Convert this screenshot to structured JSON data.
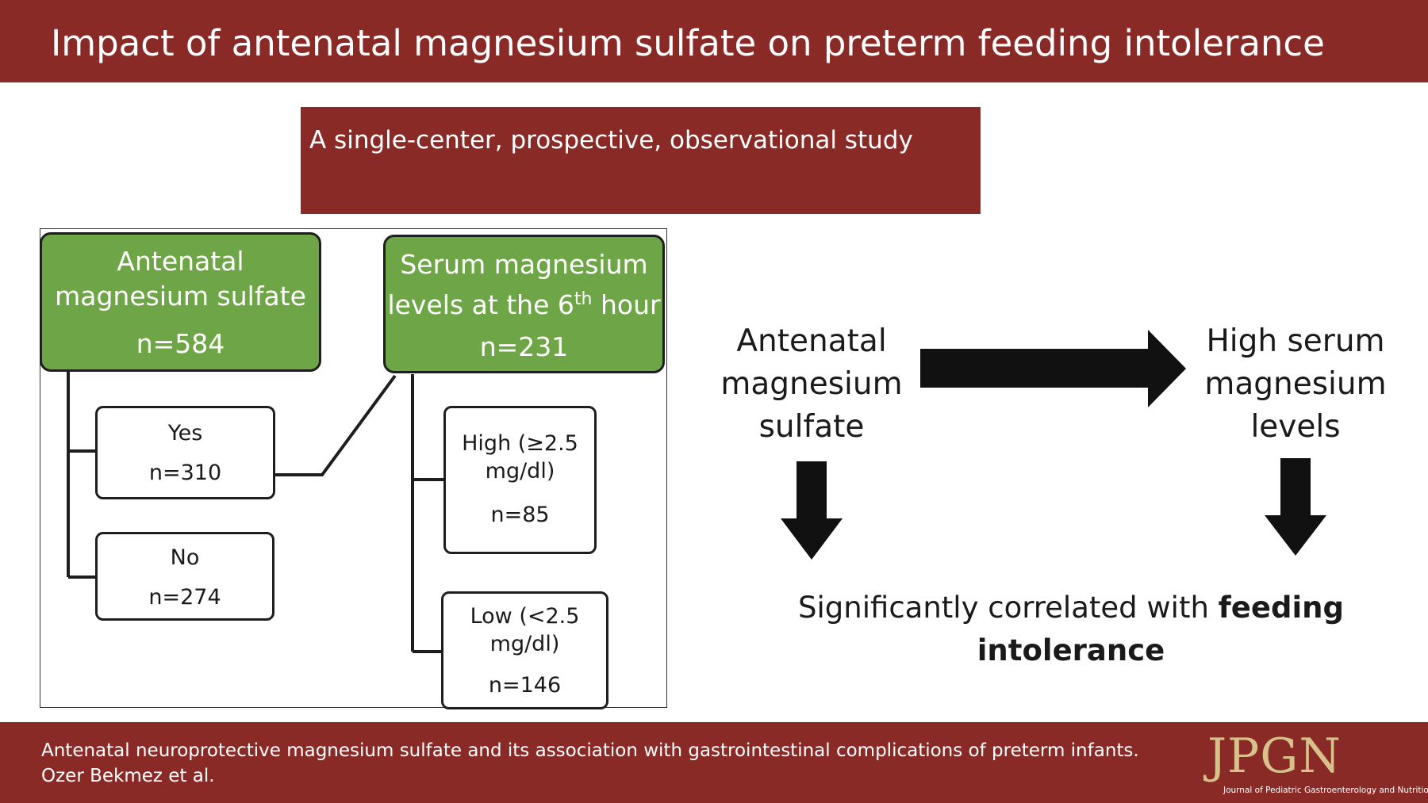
{
  "header": {
    "title": "Impact of antenatal magnesium sulfate on preterm feeding intolerance"
  },
  "study": {
    "text": "A single-center, prospective, observational study"
  },
  "flowchart": {
    "antenatal": {
      "line1": "Antenatal",
      "line2": "magnesium sulfate",
      "n": "n=584"
    },
    "yes": {
      "label": "Yes",
      "n": "n=310"
    },
    "no": {
      "label": "No",
      "n": "n=274"
    },
    "serum": {
      "line1": "Serum magnesium",
      "line2_prefix": "levels at the 6",
      "line2_sup": "th",
      "line2_suffix": " hour",
      "n": "n=231"
    },
    "high": {
      "line1": "High (≥2.5",
      "line2": "mg/dl)",
      "n": "n=85"
    },
    "low": {
      "line1": "Low (<2.5",
      "line2": "mg/dl)",
      "n": "n=146"
    }
  },
  "summary": {
    "left": {
      "line1": "Antenatal",
      "line2": "magnesium",
      "line3": "sulfate"
    },
    "right": {
      "line1": "High serum",
      "line2": "magnesium",
      "line3": "levels"
    },
    "conclusion_prefix": "Significantly correlated with ",
    "conclusion_bold_1": "feeding",
    "conclusion_bold_2": "intolerance"
  },
  "footer": {
    "citation": "Antenatal neuroprotective magnesium sulfate and its association with gastrointestinal complications of preterm infants. Ozer Bekmez et al.",
    "logo_text": "JPGN",
    "logo_subtitle": "Journal of Pediatric Gastroenterology and Nutrition"
  },
  "colors": {
    "maroon": "#8a2a27",
    "green": "#6ea547",
    "gold": "#d8c18a"
  }
}
